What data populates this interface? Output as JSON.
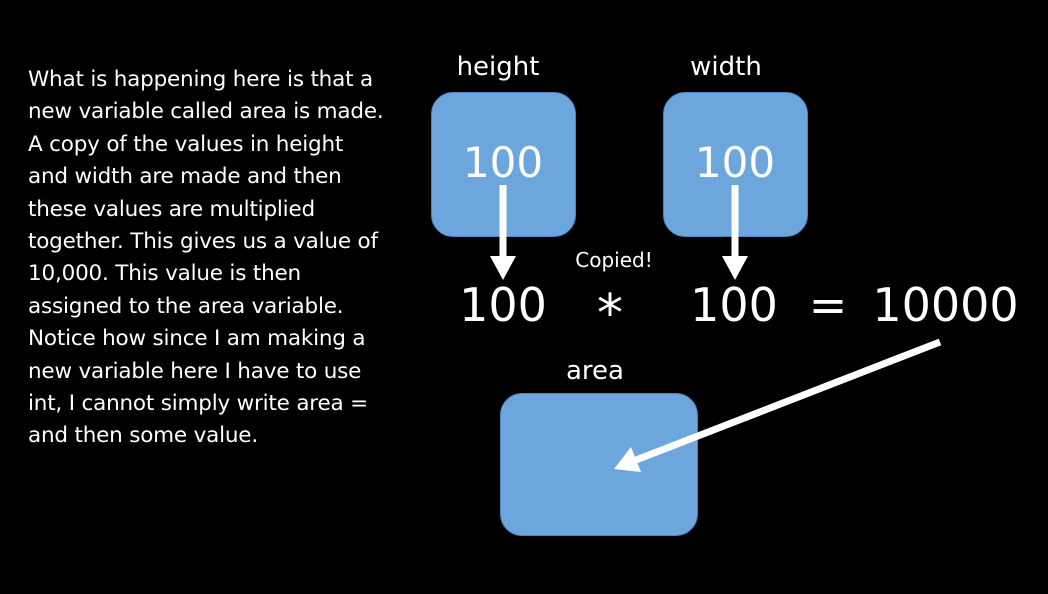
{
  "explanation_lines": [
    "What is happening here is that a",
    "new variable called area is made.",
    "A copy of the values in height",
    "and width are made and then",
    "these values are multiplied",
    "together. This gives us a value of",
    "10,000. This value is then",
    "assigned to the area variable.",
    "Notice how since I am making a",
    "new variable here I have to use",
    "int, I cannot simply write area =",
    "and then some value."
  ],
  "variables": {
    "height": {
      "label": "height",
      "value": "100"
    },
    "width": {
      "label": "width",
      "value": "100"
    },
    "area": {
      "label": "area",
      "value": ""
    }
  },
  "expression": {
    "left": "100",
    "operator": "*",
    "right": "100",
    "equals": "=",
    "result": "10000"
  },
  "copied_note": "Copied!",
  "colors": {
    "background": "#000000",
    "box_fill": "#6ca6dc",
    "box_border": "#4f86bd",
    "text": "#ffffff",
    "arrow": "#ffffff"
  }
}
